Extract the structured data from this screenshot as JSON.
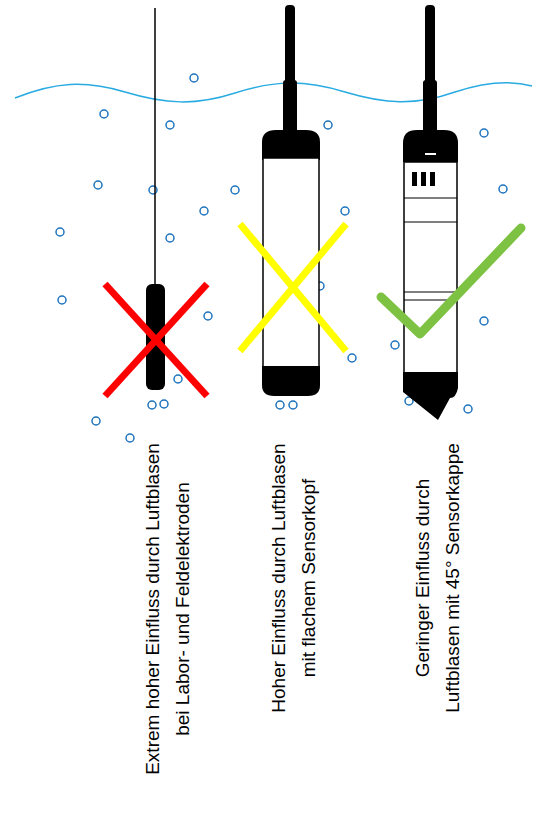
{
  "diagram": {
    "labels": [
      "Extrem hoher Einfluss durch Luftblasen bei Labor- und Feldelektroden",
      "Hoher Einfluss durch Luftblasen mit flachem Sensorkopf",
      "Geringer Einfluss durch Luftblasen mit 45° Sensorkappe"
    ]
  }
}
